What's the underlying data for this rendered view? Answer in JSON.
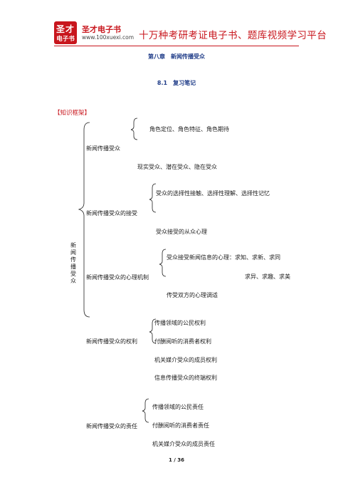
{
  "header": {
    "logo_line1": "圣才",
    "logo_line2": "电子书",
    "brand": "圣才电子书",
    "site": "www.100xuexi.com",
    "slogan": "十万种考研考证电子书、题库视频学习平台"
  },
  "chapter_title": "第八章　新闻传播受众",
  "section_title": "8.1　复习笔记",
  "knowledge_frame": "【知识框架】",
  "root_label": "新闻传播受众",
  "groups": [
    {
      "name": "新闻传播受众",
      "items": [
        "角色定位、角色特征、角色期待",
        "现实受众、潜在受众、隐在受众"
      ]
    },
    {
      "name": "新闻传播受众的接受",
      "items": [
        "受众的选择性接触、选择性理解、选择性记忆",
        "受众接受的从众心理"
      ]
    },
    {
      "name": "新闻传播受众的心理机制",
      "items": [
        "受众接受新闻信息的心理：求知、求新、求同",
        "求异、求趣、求美",
        "传受双方的心理调适"
      ]
    },
    {
      "name": "新闻传播受众的权利",
      "items": [
        "传播领域的公民权利",
        "付酬阅听的消费者权利",
        "机关媒介受众的成员权利",
        "信息传播受众的终端权利"
      ]
    },
    {
      "name": "新闻传播受众的责任",
      "items": [
        "传播领域的公民责任",
        "付酬阅听的消费者责任",
        "机关媒介受众的成员责任"
      ]
    }
  ],
  "page_number": "1 / 36"
}
